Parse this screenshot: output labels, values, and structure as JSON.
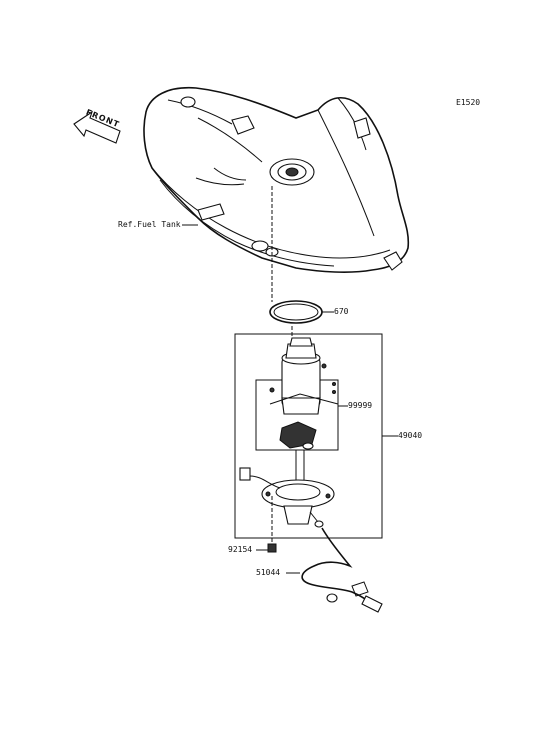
{
  "diagram": {
    "code": "E1520",
    "front_label": "FRONT",
    "tank_ref": "Ref.Fuel Tank",
    "parts": {
      "oring": "670",
      "filter": "99999",
      "assembly": "49040",
      "bolt": "92154",
      "hose": "51044"
    }
  }
}
